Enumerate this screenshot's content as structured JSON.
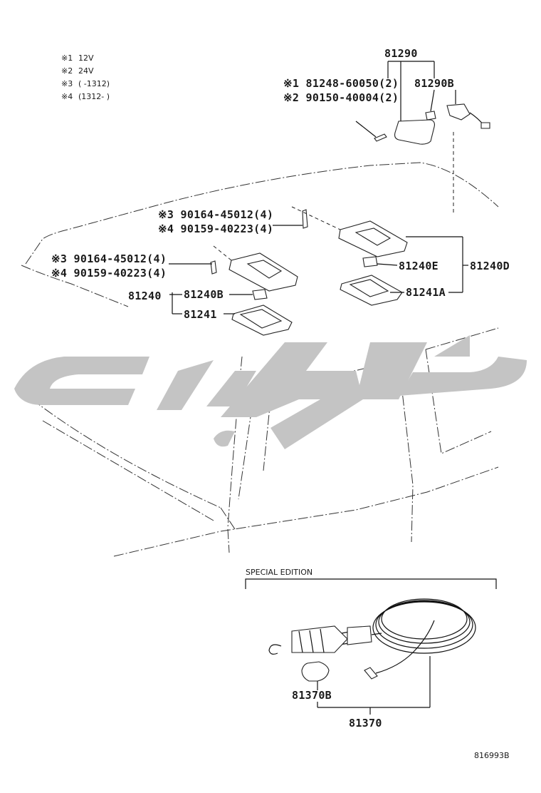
{
  "notes": [
    {
      "mark": "※1",
      "text": "12V"
    },
    {
      "mark": "※2",
      "text": "24V"
    },
    {
      "mark": "※3",
      "text": "(        -1312)"
    },
    {
      "mark": "※4",
      "text": "(1312-        )"
    }
  ],
  "parts": {
    "p81290": "81290",
    "p81290B": "81290B",
    "p81248": "※1 81248-60050(2)",
    "p90150": "※2 90150-40004(2)",
    "p90164_top": "※3 90164-45012(4)",
    "p90159_top": "※4 90159-40223(4)",
    "p90164_left": "※3 90164-45012(4)",
    "p90159_left": "※4 90159-40223(4)",
    "p81240": "81240",
    "p81240B": "81240B",
    "p81241": "81241",
    "p81240E": "81240E",
    "p81240D": "81240D",
    "p81241A": "81241A",
    "p81370B": "81370B",
    "p81370": "81370"
  },
  "special_edition": "SPECIAL EDITION",
  "diagram_code": "816993B"
}
